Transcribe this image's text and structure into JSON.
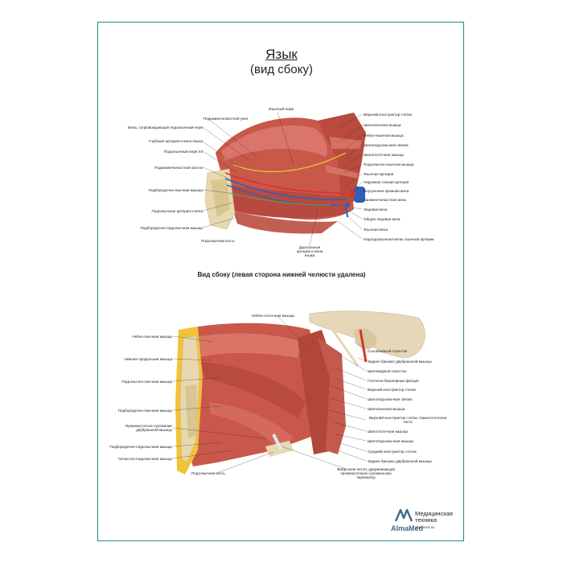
{
  "poster": {
    "title": "Язык",
    "subtitle": "(вид сбоку)",
    "section_caption": "Вид сбоку (левая сторона нижней челюсти удалена)"
  },
  "top_left_labels": [
    "Вена, сопровождающая подъязычный нерв",
    "Глубокие артерия и вена языка",
    "Подъязычный нерв XII",
    "Поднижнечелюстной проток",
    "Подбородочно-язычная мышца",
    "Подъязычные артерия и вена",
    "Подбородочно-подъязычная мышца",
    "Подъязычная кость"
  ],
  "top_upper_labels": [
    "Поднижнечелюстной узел",
    "Язычный нерв"
  ],
  "top_right_labels": [
    "Верхний констриктор глотки",
    "Шилоязычная мышца",
    "Нёбно-язычная мышца",
    "Шилоподъязычная связка",
    "Шилоглоточная мышца",
    "Подъязычно-язычная мышца",
    "Язычная артерия",
    "Наружная сонная артерия",
    "Внутренняя яремная вена",
    "Занижнечелюстная вена",
    "Лицевая вена",
    "Общая лицевая вена",
    "Язычная вена",
    "Надподъязычная ветвь язычной артерии"
  ],
  "top_bottom_label": "Дорсальные артерия и вена языка",
  "bottom_left_labels": [
    "Нёбно-язычная мышца",
    "Нижняя продольная мышца",
    "Подъязычно-язычная мышца",
    "Подбородочно-язычная мышца",
    "Промежуточное сухожилие двубрюшной мышцы",
    "Подбородочно-подъязычная мышца",
    "Челюстно-подъязычная мышца",
    "Подъязычная кость"
  ],
  "bottom_upper_label": "Нёбно-глоточная мышца",
  "bottom_right_labels": [
    "Сосцевидный отросток",
    "Заднее брюшко двубрюшной мышцы",
    "Шиловидный отросток",
    "Глоточно-базилярная фасция",
    "Верхний констриктор глотки",
    "Шилоподъязычная связка",
    "Шилоязычная мышца",
    "Верхний констриктор глотки, языкоглоточная часть",
    "Шилоглоточная мышца",
    "Шилоподъязычная мышца",
    "Средний констриктор глотки",
    "Заднее брюшко двубрюшной мышцы"
  ],
  "bottom_center_label": "Фиброзная петля, удерживающая промежуточную сухожильную перемычку",
  "brand": {
    "name": "AlmaMed",
    "tagline_line1": "Медицинская",
    "tagline_line2": "техника",
    "site": "almamed.su",
    "color": "#3a6b8a"
  },
  "colors": {
    "frame": "#1f8f86",
    "muscle": "#c9574a",
    "bone": "#e8d8b0",
    "fat": "#f2c23a",
    "artery": "#d8342c",
    "vein": "#2f5fb8",
    "nerve": "#e8c23a"
  }
}
